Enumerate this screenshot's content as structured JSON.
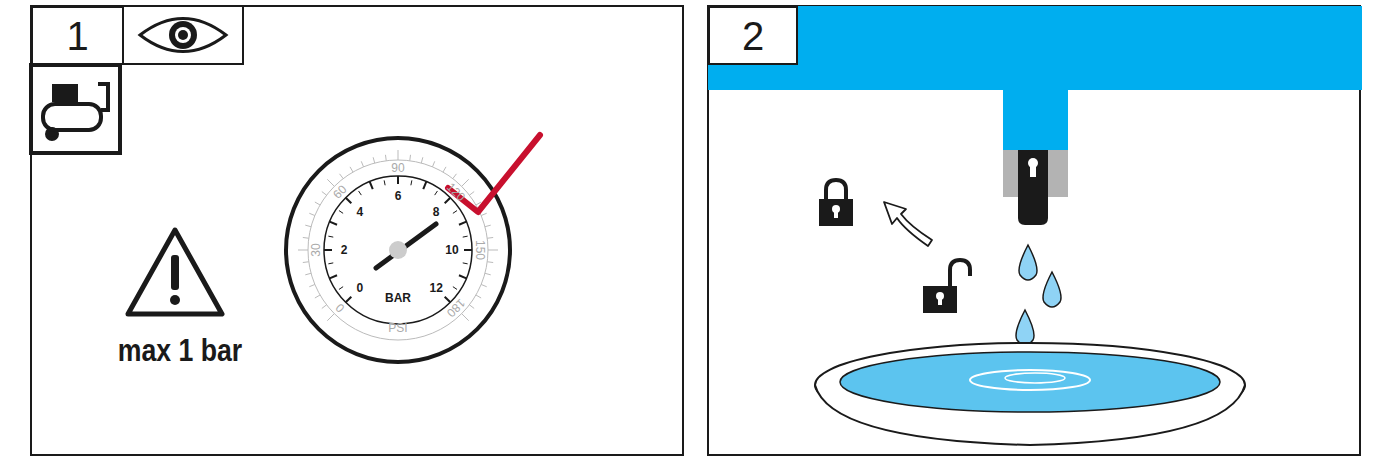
{
  "diagram": {
    "nodes": [
      {
        "text": [
          "1"
        ]
      },
      {
        "text": [
          "2"
        ]
      }
    ],
    "labels": [
      "max 1 bar",
      "BAR",
      "PSI",
      "0",
      "2",
      "4",
      "6",
      "8",
      "10",
      "12",
      "0",
      "30",
      "60",
      "90",
      "120",
      "150",
      "180"
    ]
  }
}
